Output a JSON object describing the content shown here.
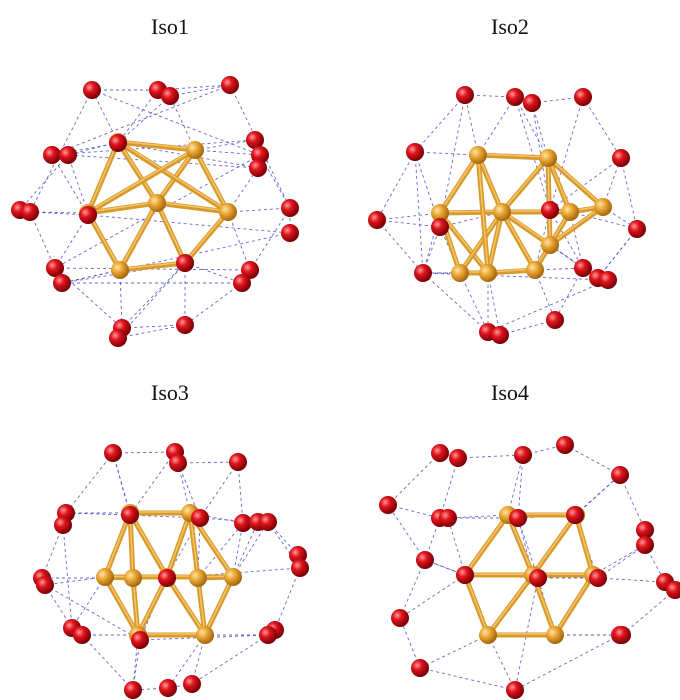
{
  "panels": [
    {
      "label": "Iso1"
    },
    {
      "label": "Iso2"
    },
    {
      "label": "Iso3"
    },
    {
      "label": "Iso4"
    }
  ],
  "colors": {
    "gold_atom": "#e9a531",
    "gold_bond": "#d79a2b",
    "red_atom": "#e0141c",
    "dashed_bond": "#4a4fc7"
  }
}
